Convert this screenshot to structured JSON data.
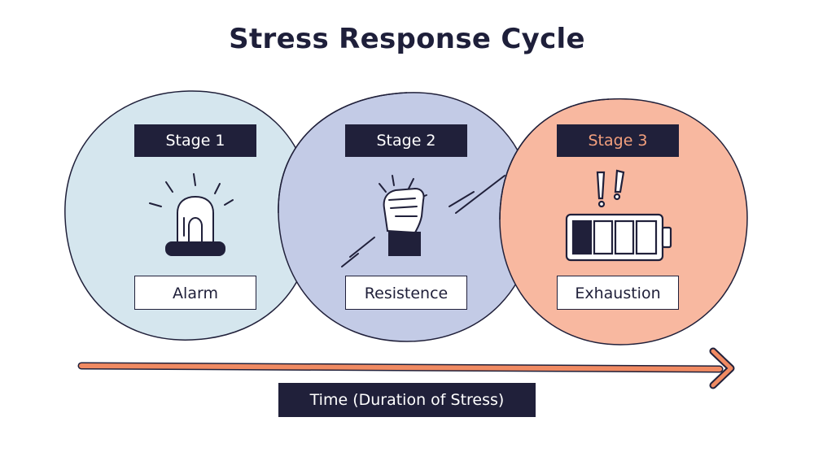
{
  "title": "Stress Response Cycle",
  "colors": {
    "stage1_fill": "#d5e6ee",
    "stage2_fill": "#c3cbe6",
    "stage3_fill": "#f8b8a0",
    "ink": "#20203a",
    "arrow": "#f08a62"
  },
  "stages": [
    {
      "label": "Stage 1",
      "name": "Alarm",
      "icon": "siren-icon"
    },
    {
      "label": "Stage 2",
      "name": "Resistence",
      "icon": "fist-icon"
    },
    {
      "label": "Stage 3",
      "name": "Exhaustion",
      "icon": "low-battery-icon"
    }
  ],
  "axis_label": "Time (Duration of Stress)"
}
